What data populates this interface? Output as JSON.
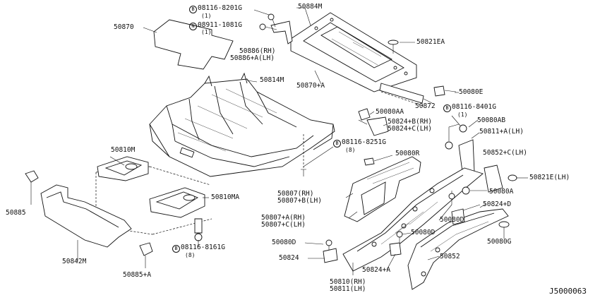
{
  "figure_id": "J5000063",
  "labels": {
    "p50870": "50870",
    "p50884m": "50884M",
    "p08116_8201g_code": "08116-8201G",
    "p08116_8201g_qty": "(1)",
    "p08911_1081g_code": "08911-1081G",
    "p08911_1081g_qty": "(1)",
    "p50821ea": "50821EA",
    "p50886_rh": "50886(RH)",
    "p50886a_lh": "50886+A(LH)",
    "p50814m": "50814M",
    "p50870a": "50870+A",
    "p50872": "50872",
    "p50080e": "50080E",
    "p08116_8401g_code": "08116-8401G",
    "p08116_8401g_qty": "(1)",
    "p50080aa": "50080AA",
    "p50080ab": "50080AB",
    "p50824b_rh": "50824+B(RH)",
    "p50824c_lh": "50824+C(LH)",
    "p50811a_lh": "50811+A(LH)",
    "p08116_8251g_code": "08116-8251G",
    "p08116_8251g_qty": "(8)",
    "p50080r": "50080R",
    "p50852c_lh": "50852+C(LH)",
    "p50821e_lh": "50821E(LH)",
    "p50810m": "50810M",
    "p50807_rh": "50807(RH)",
    "p50807b_lh": "50807+B(LH)",
    "p50080a": "50080A",
    "p50885": "50885",
    "p50810ma": "50810MA",
    "p50824d": "50824+D",
    "p50807a_rh": "50807+A(RH)",
    "p50807c_lh": "50807+C(LH)",
    "p50080d_1": "50080D",
    "p50080g": "50080G",
    "p50080d_2": "50080D",
    "p08116_8161g_code": "08116-8161G",
    "p08116_8161g_qty": "(8)",
    "p50080d_3": "50080D",
    "p50842m": "50842M",
    "p50824": "50824",
    "p50824a": "50824+A",
    "p50852": "50852",
    "p50885a": "50885+A",
    "p50810_rh": "50810(RH)",
    "p50811_lh": "50811(LH)"
  },
  "symbols": {
    "bolt_prefix": "B",
    "nut_prefix": "N"
  }
}
